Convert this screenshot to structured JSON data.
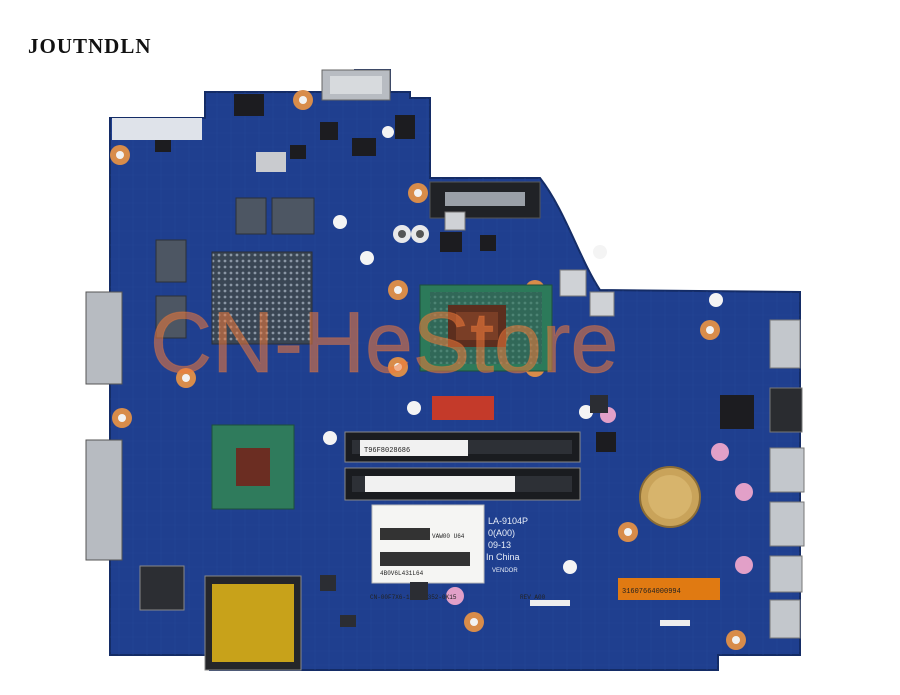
{
  "brand": {
    "name": "JOUTNDLN"
  },
  "watermark": {
    "text": "CN-HeStore"
  },
  "board": {
    "model_label": "LA-9104P",
    "revision_label": "0(A00)",
    "date_label": "09-13",
    "origin_label": "In China",
    "vendor_label": "VENDOR",
    "sticker_code": "VAW00 U64",
    "sticker_barcode_text": "4B0V6L431L64",
    "sticker_serial": "CN-00F7X6-13R46-352-0K15",
    "sticker_rev": "REV A00",
    "ram_label_code": "T96F8028686",
    "bottom_label_code": "31607664000994"
  },
  "colors": {
    "pcb": "#1f3f8f",
    "pcb_dark": "#17306e",
    "pad_copper": "#d88c4a",
    "battery": "#c9a35a",
    "background": "#ffffff"
  }
}
